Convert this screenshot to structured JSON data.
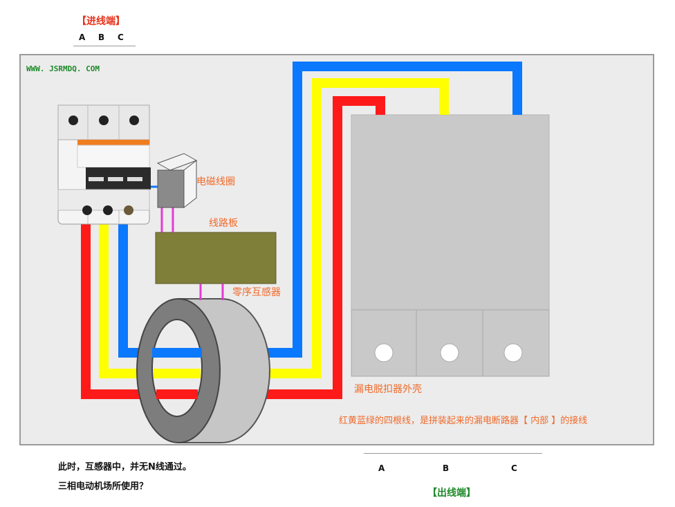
{
  "input_terminal": {
    "title": "【进线端】",
    "phases": [
      "A",
      "B",
      "C"
    ]
  },
  "output_terminal": {
    "title": "【出线端】",
    "phases": [
      "A",
      "B",
      "C"
    ]
  },
  "website": "WWW. JSRMDQ. COM",
  "labels": {
    "coil": "电磁线圈",
    "board": "线路板",
    "transformer": "零序互感器",
    "shell": "漏电脱扣器外壳",
    "note": "红黄蓝绿的四根线，是拼装起来的漏电断路器【 内部 】的接线"
  },
  "notes": [
    "此时，互感器中，并无N线通过。",
    "三相电动机场所使用？"
  ],
  "colors": {
    "phase_a": "#ff1a1a",
    "phase_b": "#ffff00",
    "phase_c": "#0a78ff",
    "board": "#7f7f3a",
    "shell": "#c8c8c8",
    "coil_wire": "#e23cd4"
  }
}
